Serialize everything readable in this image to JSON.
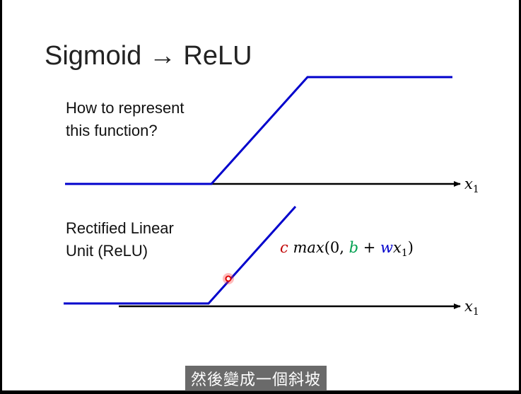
{
  "slide": {
    "title": "Sigmoid → ReLU",
    "question_line1": "How to represent",
    "question_line2": "this function?",
    "relu_line1": "Rectified Linear",
    "relu_line2": "Unit (ReLU)"
  },
  "formula": {
    "c": "c",
    "max": "max",
    "open": "(0, ",
    "b": "b",
    "plus": " + ",
    "w": "w",
    "x": "x",
    "sub": "1",
    "close": ")"
  },
  "axes": {
    "top_label": "x",
    "top_sub": "1",
    "bottom_label": "x",
    "bottom_sub": "1"
  },
  "caption": {
    "text": "然後變成一個斜坡"
  },
  "colors": {
    "curve": "#0000cc",
    "axis": "#000000",
    "c_coef": "#c00000",
    "b_coef": "#00a050",
    "w_coef": "#0000cc",
    "cursor": "#e00000"
  }
}
